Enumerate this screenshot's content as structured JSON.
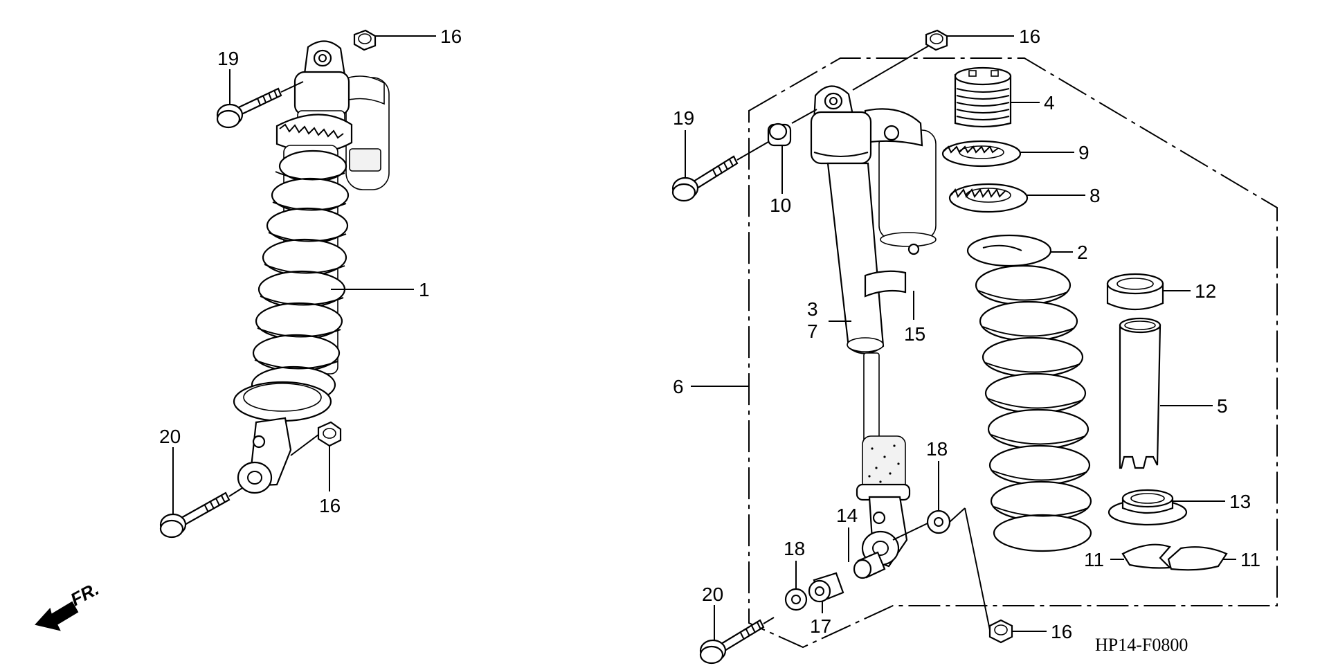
{
  "diagram": {
    "diagram_code": "HP14-F0800",
    "direction_label": "FR.",
    "callouts": {
      "l_1": "1",
      "l_16a": "16",
      "l_16b": "16",
      "l_19": "19",
      "l_20": "20",
      "r_2": "2",
      "r_3": "3",
      "r_4": "4",
      "r_5": "5",
      "r_6": "6",
      "r_7": "7",
      "r_8": "8",
      "r_9": "9",
      "r_10": "10",
      "r_11a": "11",
      "r_11b": "11",
      "r_12": "12",
      "r_13": "13",
      "r_14": "14",
      "r_15": "15",
      "r_16a": "16",
      "r_16b": "16",
      "r_17": "17",
      "r_18a": "18",
      "r_18b": "18",
      "r_19": "19",
      "r_20": "20"
    }
  }
}
